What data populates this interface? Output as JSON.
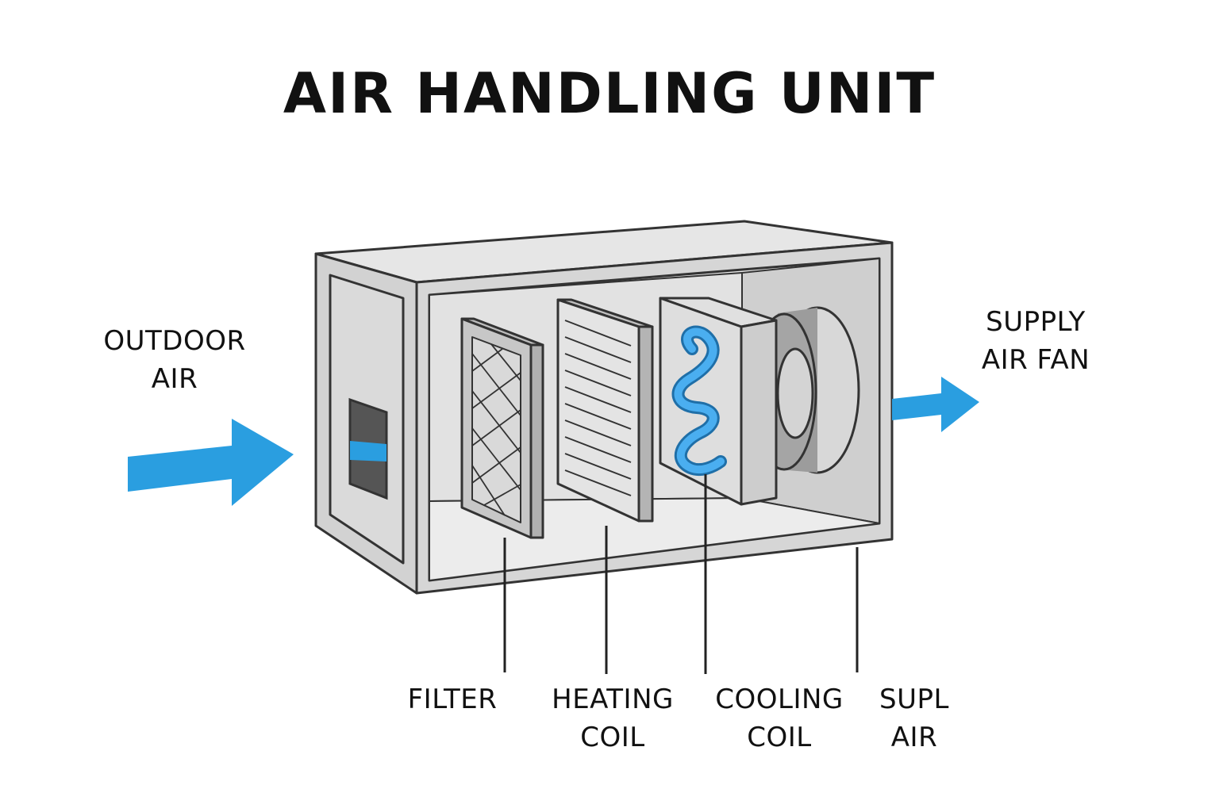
{
  "title": "AIR HANDLING UNIT",
  "labels": {
    "outdoor_air": [
      "OUTDOOR",
      "AIR"
    ],
    "supply_air_fan": [
      "SUPPLY",
      "AIR FAN"
    ],
    "filter": [
      "FILTER"
    ],
    "heating_coil": [
      "HEATING",
      "COIL"
    ],
    "cooling_coil": [
      "COOLING",
      "COIL"
    ],
    "supply_air": [
      "SUPL",
      "AIR"
    ]
  },
  "colors": {
    "airflow": "#2a9ee0",
    "housing": "#dcdcdc",
    "housing_dark": "#c6c6c6",
    "outline": "#333333"
  }
}
